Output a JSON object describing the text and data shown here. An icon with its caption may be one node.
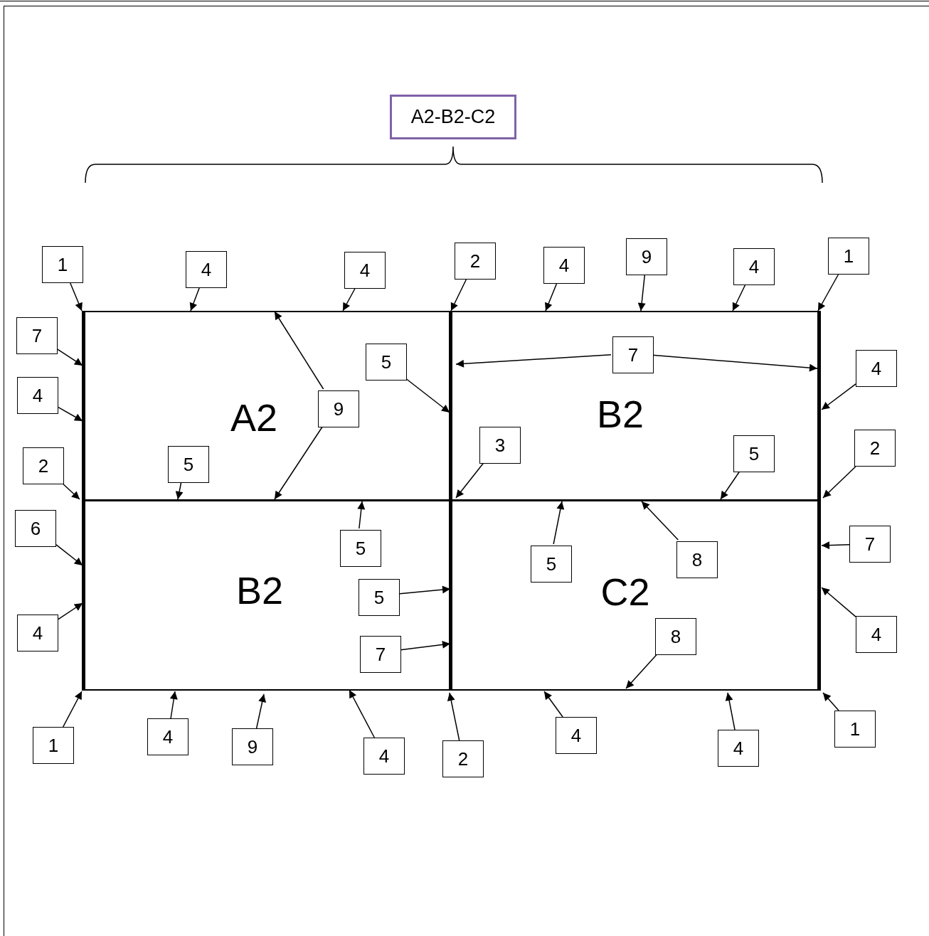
{
  "diagram": {
    "nodes": [
      {
        "text": [
          "A2-B2-C2"
        ]
      },
      {
        "text": [
          "A2"
        ]
      },
      {
        "text": [
          "B2"
        ]
      },
      {
        "text": [
          "B2"
        ]
      },
      {
        "text": [
          "C2"
        ]
      },
      {
        "text": [
          "1"
        ]
      },
      {
        "text": [
          "4"
        ]
      },
      {
        "text": [
          "4"
        ]
      },
      {
        "text": [
          "2"
        ]
      },
      {
        "text": [
          "4"
        ]
      },
      {
        "text": [
          "9"
        ]
      },
      {
        "text": [
          "4"
        ]
      },
      {
        "text": [
          "1"
        ]
      },
      {
        "text": [
          "7"
        ]
      },
      {
        "text": [
          "4"
        ]
      },
      {
        "text": [
          "9"
        ],
        "in": 1
      },
      {
        "text": [
          "5"
        ],
        "in": 1
      },
      {
        "text": [
          "7"
        ],
        "in": 2
      },
      {
        "text": [
          "4"
        ]
      },
      {
        "text": [
          "2"
        ]
      },
      {
        "text": [
          "5"
        ],
        "in": 1
      },
      {
        "text": [
          "3"
        ],
        "in": 2
      },
      {
        "text": [
          "5"
        ],
        "in": 2
      },
      {
        "text": [
          "2"
        ]
      },
      {
        "text": [
          "6"
        ]
      },
      {
        "text": [
          "5"
        ],
        "in": 3
      },
      {
        "text": [
          "5"
        ],
        "in": 4
      },
      {
        "text": [
          "8"
        ],
        "in": 4
      },
      {
        "text": [
          "7"
        ]
      },
      {
        "text": [
          "5"
        ],
        "in": 3
      },
      {
        "text": [
          "4"
        ]
      },
      {
        "text": [
          "4"
        ]
      },
      {
        "text": [
          "8"
        ],
        "in": 4
      },
      {
        "text": [
          "7"
        ],
        "in": 3
      },
      {
        "text": [
          "1"
        ]
      },
      {
        "text": [
          "4"
        ]
      },
      {
        "text": [
          "9"
        ]
      },
      {
        "text": [
          "4"
        ]
      },
      {
        "text": [
          "2"
        ]
      },
      {
        "text": [
          "4"
        ]
      },
      {
        "text": [
          "4"
        ]
      },
      {
        "text": [
          "1"
        ]
      }
    ],
    "edges": [
      {
        "from": 5,
        "to": 1,
        "arrow": "to"
      },
      {
        "from": 6,
        "to": 1,
        "arrow": "to"
      },
      {
        "from": 7,
        "to": 1,
        "arrow": "to"
      },
      {
        "from": 8,
        "to": 1,
        "arrow": "to"
      },
      {
        "from": 9,
        "to": 2,
        "arrow": "to"
      },
      {
        "from": 10,
        "to": 2,
        "arrow": "to"
      },
      {
        "from": 11,
        "to": 2,
        "arrow": "to"
      },
      {
        "from": 12,
        "to": 2,
        "arrow": "to"
      },
      {
        "from": 13,
        "to": 1,
        "arrow": "to"
      },
      {
        "from": 14,
        "to": 1,
        "arrow": "to"
      },
      {
        "from": 15,
        "to": 1,
        "arrow": "to"
      },
      {
        "from": 15,
        "to": 1,
        "arrow": "to"
      },
      {
        "from": 16,
        "to": 1,
        "arrow": "to"
      },
      {
        "from": 17,
        "to": 2,
        "arrow": "to"
      },
      {
        "from": 17,
        "to": 2,
        "arrow": "to"
      },
      {
        "from": 18,
        "to": 2,
        "arrow": "to"
      },
      {
        "from": 19,
        "to": 1,
        "arrow": "to"
      },
      {
        "from": 20,
        "to": 1,
        "arrow": "to"
      },
      {
        "from": 21,
        "to": 2,
        "arrow": "to"
      },
      {
        "from": 22,
        "to": 2,
        "arrow": "to"
      },
      {
        "from": 23,
        "to": 2,
        "arrow": "to"
      },
      {
        "from": 24,
        "to": 3,
        "arrow": "to"
      },
      {
        "from": 25,
        "to": 3,
        "arrow": "to"
      },
      {
        "from": 26,
        "to": 4,
        "arrow": "to"
      },
      {
        "from": 27,
        "to": 4,
        "arrow": "to"
      },
      {
        "from": 28,
        "to": 4,
        "arrow": "to"
      },
      {
        "from": 29,
        "to": 3,
        "arrow": "to"
      },
      {
        "from": 30,
        "to": 3,
        "arrow": "to"
      },
      {
        "from": 31,
        "to": 4,
        "arrow": "to"
      },
      {
        "from": 32,
        "to": 4,
        "arrow": "to"
      },
      {
        "from": 33,
        "to": 3,
        "arrow": "to"
      },
      {
        "from": 34,
        "to": 3,
        "arrow": "to"
      },
      {
        "from": 35,
        "to": 3,
        "arrow": "to"
      },
      {
        "from": 36,
        "to": 3,
        "arrow": "to"
      },
      {
        "from": 37,
        "to": 3,
        "arrow": "to"
      },
      {
        "from": 38,
        "to": 3,
        "arrow": "to"
      },
      {
        "from": 39,
        "to": 4,
        "arrow": "to"
      },
      {
        "from": 40,
        "to": 4,
        "arrow": "to"
      },
      {
        "from": 41,
        "to": 4,
        "arrow": "to"
      }
    ]
  }
}
